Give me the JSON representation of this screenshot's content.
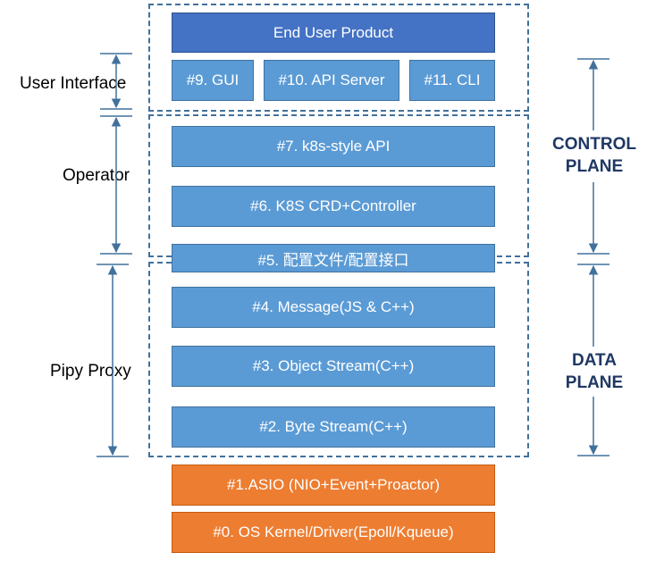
{
  "layers": {
    "end_user_product": "End User Product",
    "gui": "#9. GUI",
    "api_server": "#10. API Server",
    "cli": "#11. CLI",
    "k8s_api": "#7. k8s-style API",
    "crd_controller": "#6. K8S CRD+Controller",
    "config": "#5. 配置文件/配置接口",
    "message": "#4. Message(JS & C++)",
    "object_stream": "#3. Object Stream(C++)",
    "byte_stream": "#2. Byte Stream(C++)",
    "asio": "#1.ASIO (NIO+Event+Proactor)",
    "os_kernel": "#0. OS Kernel/Driver(Epoll/Kqueue)"
  },
  "left_labels": {
    "user_interface": "User Interface",
    "operator": "Operator",
    "pipy_proxy": "Pipy Proxy"
  },
  "right_labels": {
    "control_plane_1": "CONTROL",
    "control_plane_2": "PLANE",
    "data_plane_1": "DATA",
    "data_plane_2": "PLANE"
  },
  "colors": {
    "light_blue": "#5b9bd5",
    "dark_blue": "#4472c4",
    "orange": "#ed7d31",
    "dashed_border": "#41719c",
    "plane_text": "#1f3864"
  }
}
